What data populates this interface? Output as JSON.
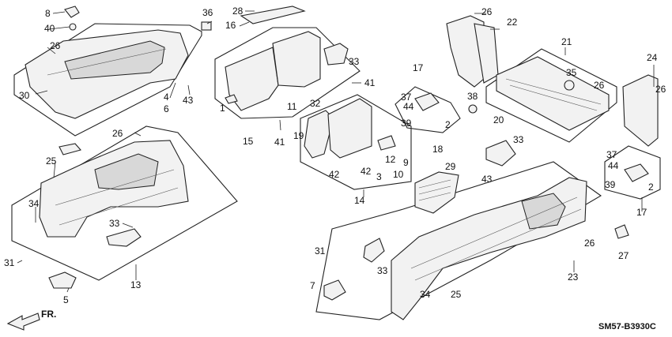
{
  "diagram": {
    "code": "SM57-B3930C",
    "direction_label": "FR.",
    "labels": [
      "1",
      "2",
      "2",
      "3",
      "4",
      "5",
      "6",
      "7",
      "8",
      "9",
      "10",
      "11",
      "12",
      "13",
      "14",
      "15",
      "16",
      "17",
      "17",
      "18",
      "19",
      "20",
      "21",
      "22",
      "23",
      "24",
      "25",
      "25",
      "26",
      "26",
      "26",
      "26",
      "26",
      "26",
      "27",
      "28",
      "29",
      "30",
      "31",
      "31",
      "32",
      "33",
      "33",
      "33",
      "33",
      "34",
      "34",
      "35",
      "36",
      "37",
      "37",
      "38",
      "39",
      "39",
      "40",
      "41",
      "41",
      "42",
      "42",
      "43",
      "43",
      "44",
      "44"
    ]
  },
  "colors": {
    "ink": "#222222",
    "part_fill": "#f2f2f2",
    "background": "#ffffff"
  }
}
